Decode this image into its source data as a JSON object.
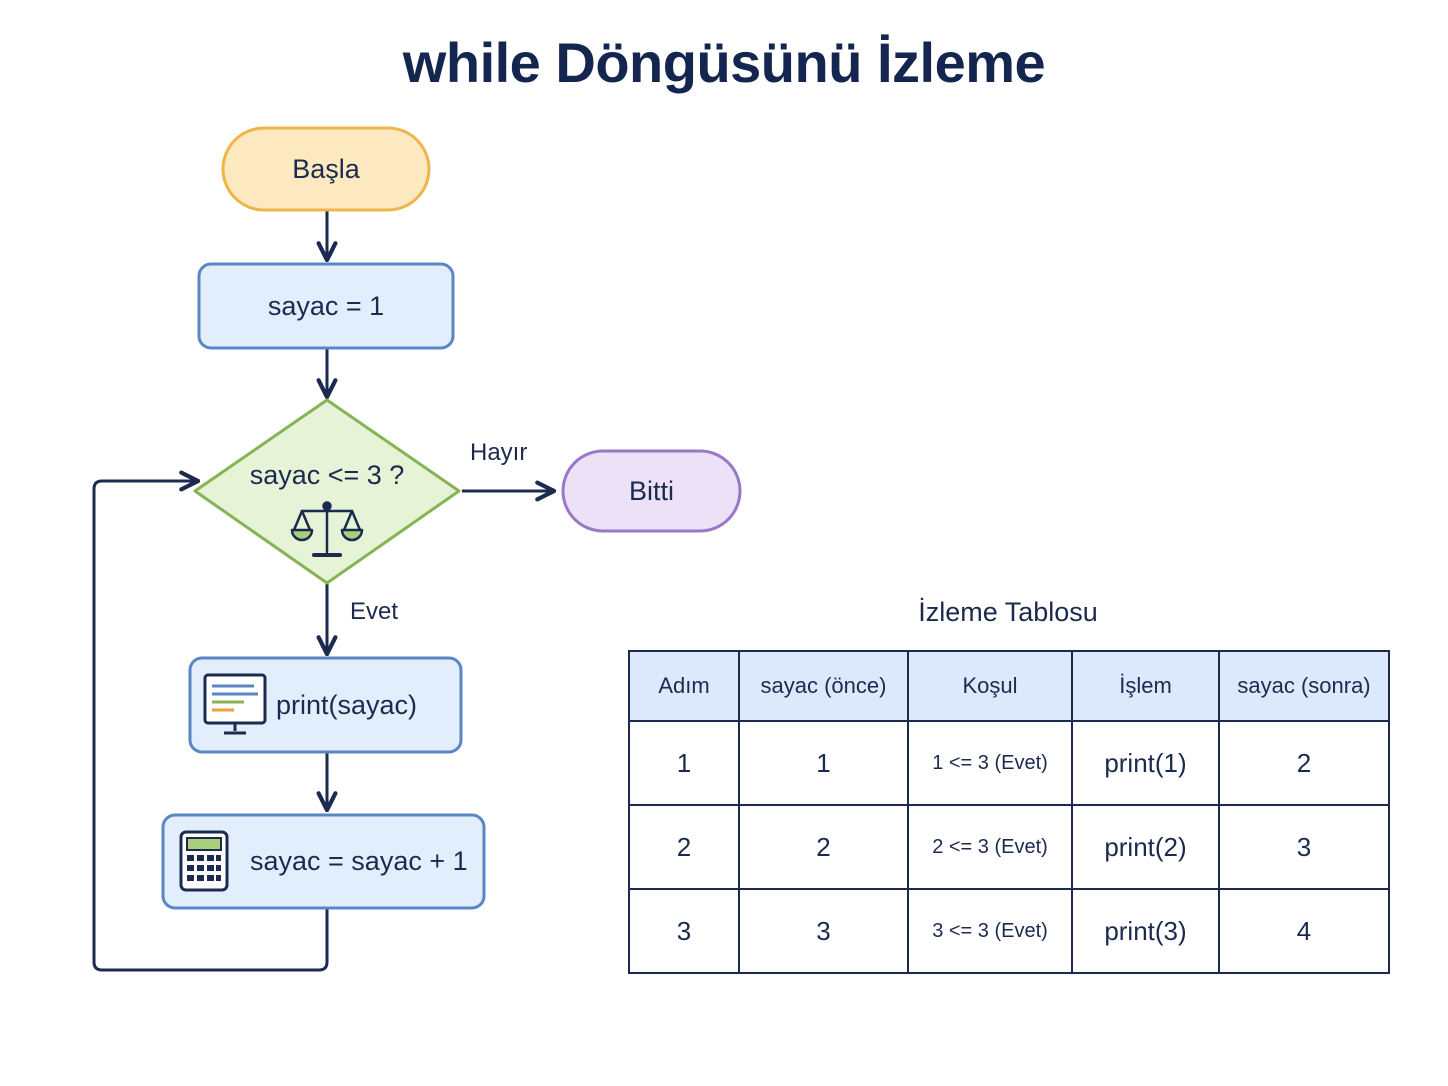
{
  "title": "while Döngüsünü İzleme",
  "flowchart": {
    "start": "Başla",
    "init": "sayac  = 1",
    "condition": "sayac <= 3 ?",
    "yes_label": "Evet",
    "no_label": "Hayır",
    "end": "Bitti",
    "print": "print(sayac)",
    "increment": "sayac = sayac + 1",
    "icons": [
      "scale-icon",
      "monitor-icon",
      "calculator-icon"
    ]
  },
  "trace_table": {
    "title": "İzleme Tablosu",
    "headers": [
      "Adım",
      "sayac (önce)",
      "Koşul",
      "İşlem",
      "sayac (sonra)"
    ],
    "rows": [
      [
        "1",
        "1",
        "1 <= 3 (Evet)",
        "print(1)",
        "2"
      ],
      [
        "2",
        "2",
        "2 <= 3 (Evet)",
        "print(2)",
        "3"
      ],
      [
        "3",
        "3",
        "3 <= 3 (Evet)",
        "print(3)",
        "4"
      ]
    ]
  },
  "colors": {
    "start_fill": "#fde9bf",
    "start_stroke": "#f0b54a",
    "process_fill": "#e3eefc",
    "process_stroke": "#5b86c5",
    "decision_fill": "#e6f3d6",
    "decision_stroke": "#86b454",
    "end_fill": "#ece1f6",
    "end_stroke": "#9a78c8",
    "line": "#1b2a4e",
    "table_header": "#dce8fb"
  }
}
